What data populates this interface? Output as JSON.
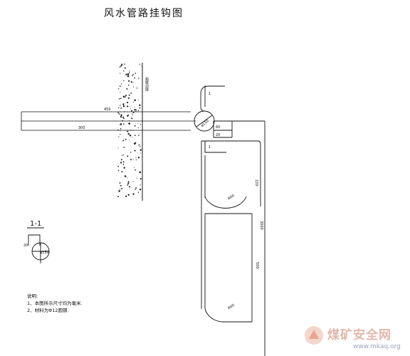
{
  "title": "风水管路挂钩图",
  "wall_label": "岩壁边缘",
  "dimensions": {
    "d450": "450",
    "d300": "300",
    "circle_main": "φ150",
    "a60": "60",
    "a20": "20",
    "a220": "220",
    "r60_upper": "R60",
    "d3000": "3000",
    "d500": "500",
    "r60_lower": "R60",
    "s20": "20",
    "sec_circle": "φ150"
  },
  "section": {
    "label": "1-1",
    "cut_mark_1": "1",
    "cut_mark_2": "1"
  },
  "notes": {
    "heading": "说明:",
    "line1": "1、本图所示尺寸均为毫米.",
    "line2": "2、材料为Φ12圆钢."
  },
  "watermark": {
    "text": "煤矿安全网",
    "url": "www.mkaq.org"
  }
}
